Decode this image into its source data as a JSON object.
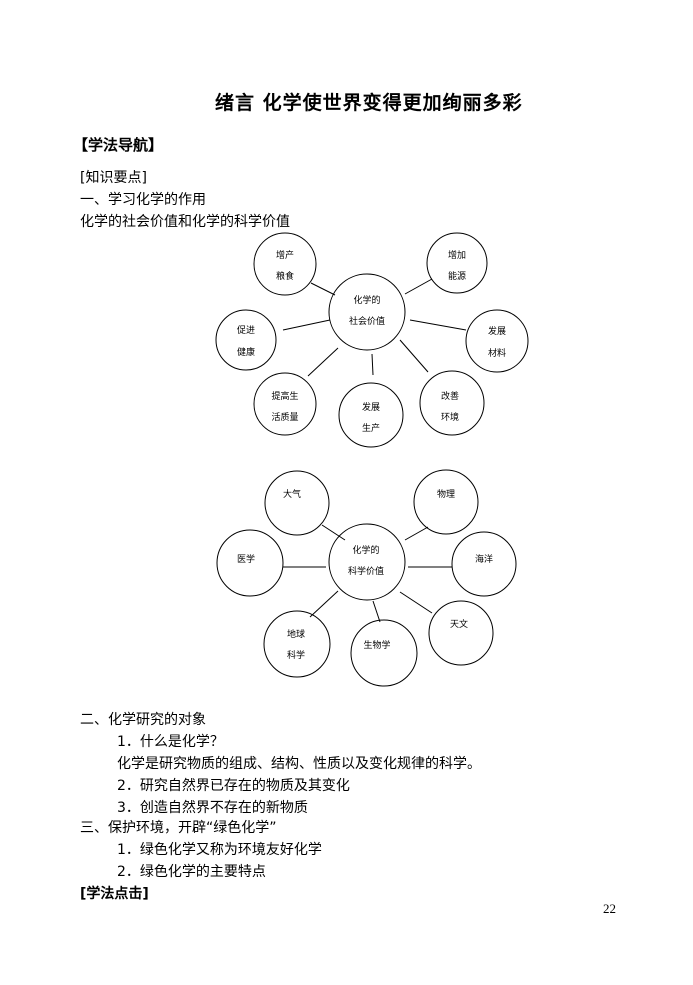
{
  "title": "绪言   化学使世界变得更加绚丽多彩",
  "guide_heading": "【学法导航】",
  "knowledge_points": "[知识要点]",
  "section1": {
    "heading": "一、学习化学的作用",
    "subheading": "化学的社会价值和化学的科学价值"
  },
  "diagram1": {
    "center": [
      "化学的",
      "社会价值"
    ],
    "nodes": [
      [
        "增产",
        "粮食"
      ],
      [
        "增加",
        "能源"
      ],
      [
        "促进",
        "健康"
      ],
      [
        "发展",
        "材料"
      ],
      [
        "提高生",
        "活质量"
      ],
      [
        "发展",
        "生产"
      ],
      [
        "改善",
        "环境"
      ]
    ]
  },
  "diagram2": {
    "center": [
      "化学的",
      "科学价值"
    ],
    "nodes": [
      [
        "大气"
      ],
      [
        "物理"
      ],
      [
        "医学"
      ],
      [
        "海洋"
      ],
      [
        "天文"
      ],
      [
        "地球",
        "科学"
      ],
      [
        "生物学"
      ]
    ]
  },
  "section2": {
    "heading": "二、化学研究的对象",
    "item1": "1．什么是化学？",
    "item1_answer": "化学是研究物质的组成、结构、性质以及变化规律的科学。",
    "item2": "2．研究自然界已存在的物质及其变化",
    "item3": "3．创造自然界不存在的新物质"
  },
  "section3": {
    "heading": "三、保护环境，开辟“绿色化学”",
    "item1": "1．绿色化学又称为环境友好化学",
    "item2": "2．绿色化学的主要特点"
  },
  "study_tips": "[学法点击]",
  "page_number": "22"
}
